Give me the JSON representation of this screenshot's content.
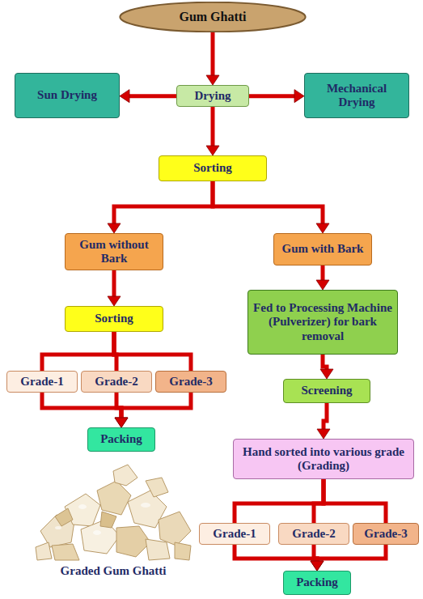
{
  "diagram": {
    "nodes": [
      {
        "text": [
          "Gum Ghatti"
        ]
      },
      {
        "text": [
          "Sun Drying"
        ]
      },
      {
        "text": [
          "Drying"
        ]
      },
      {
        "text": [
          "Mechanical Drying"
        ]
      },
      {
        "text": [
          "Sorting"
        ]
      },
      {
        "text": [
          "Gum without Bark"
        ]
      },
      {
        "text": [
          "Gum with Bark"
        ]
      },
      {
        "text": [
          "Sorting"
        ]
      },
      {
        "text": [
          "Grade-1"
        ]
      },
      {
        "text": [
          "Grade-2"
        ]
      },
      {
        "text": [
          "Grade-3"
        ]
      },
      {
        "text": [
          "Packing"
        ]
      },
      {
        "text": [
          "Fed to Processing Machine (Pulverizer) for bark removal"
        ]
      },
      {
        "text": [
          "Screening"
        ]
      },
      {
        "text": [
          "Hand sorted into various grade (Grading)"
        ]
      },
      {
        "text": [
          "Grade-1"
        ]
      },
      {
        "text": [
          "Grade-2"
        ]
      },
      {
        "text": [
          "Grade-3"
        ]
      },
      {
        "text": [
          "Packing"
        ]
      }
    ],
    "edges": [
      {
        "from": 0,
        "to": 2,
        "arrow": "to"
      },
      {
        "from": 2,
        "to": 1,
        "arrow": "to"
      },
      {
        "from": 2,
        "to": 3,
        "arrow": "to"
      },
      {
        "from": 2,
        "to": 4,
        "arrow": "to"
      },
      {
        "from": 4,
        "to": 5,
        "arrow": "to"
      },
      {
        "from": 4,
        "to": 6,
        "arrow": "to"
      },
      {
        "from": 5,
        "to": 7,
        "arrow": "to"
      },
      {
        "from": 7,
        "to": 8,
        "arrow": "none"
      },
      {
        "from": 7,
        "to": 9,
        "arrow": "none"
      },
      {
        "from": 7,
        "to": 10,
        "arrow": "none"
      },
      {
        "from": 8,
        "to": 11,
        "arrow": "to"
      },
      {
        "from": 9,
        "to": 11,
        "arrow": "to"
      },
      {
        "from": 10,
        "to": 11,
        "arrow": "to"
      },
      {
        "from": 6,
        "to": 12,
        "arrow": "to"
      },
      {
        "from": 12,
        "to": 13,
        "arrow": "to"
      },
      {
        "from": 13,
        "to": 14,
        "arrow": "to"
      },
      {
        "from": 14,
        "to": 15,
        "arrow": "none"
      },
      {
        "from": 14,
        "to": 16,
        "arrow": "none"
      },
      {
        "from": 14,
        "to": 17,
        "arrow": "none"
      },
      {
        "from": 15,
        "to": 18,
        "arrow": "to"
      },
      {
        "from": 16,
        "to": 18,
        "arrow": "to"
      },
      {
        "from": 17,
        "to": 18,
        "arrow": "to"
      }
    ],
    "labels": [
      "Graded Gum Ghatti"
    ]
  }
}
